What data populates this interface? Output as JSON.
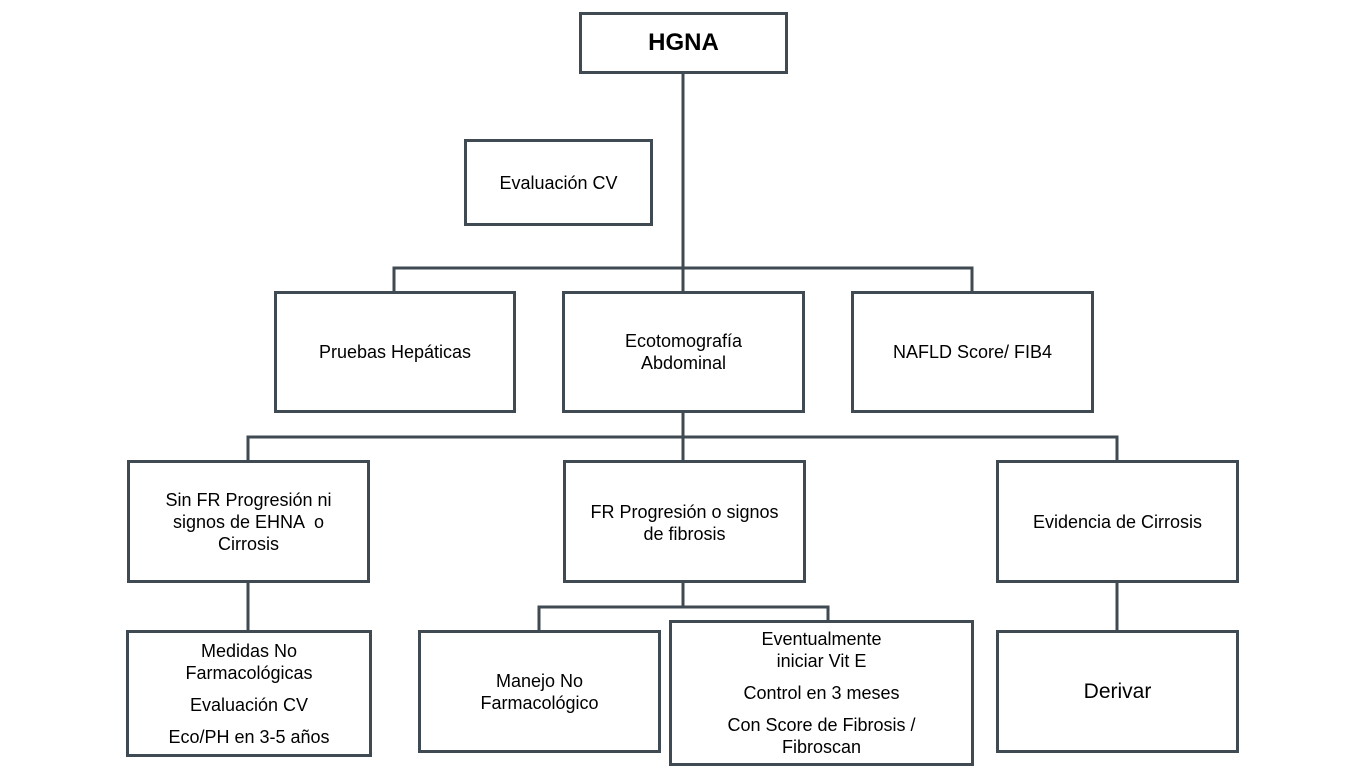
{
  "diagram": {
    "line_color": "#3f4a52",
    "nodes": {
      "hgna": {
        "label": "HGNA"
      },
      "evaluacion_cv": {
        "label": "Evaluación CV"
      },
      "pruebas_hepaticas": {
        "label": "Pruebas Hepáticas"
      },
      "ecotomografia": {
        "lines": [
          "Ecotomografía",
          "Abdominal"
        ]
      },
      "nafld": {
        "label": "NAFLD Score/ FIB4"
      },
      "sin_fr": {
        "lines": [
          "Sin FR Progresión ni",
          "signos de EHNA  o",
          "Cirrosis"
        ]
      },
      "fr_progresion": {
        "lines": [
          "FR Progresión o signos",
          "de fibrosis"
        ]
      },
      "evidencia_cirrosis": {
        "label": "Evidencia de Cirrosis"
      },
      "medidas": {
        "lines": [
          "Medidas No",
          "Farmacológicas",
          "Evaluación CV",
          "Eco/PH en 3-5 años"
        ]
      },
      "manejo": {
        "lines": [
          "Manejo No",
          "Farmacológico"
        ]
      },
      "eventualmente": {
        "lines": [
          "Eventualmente",
          "iniciar Vit E",
          "Control en 3 meses",
          "Con Score de Fibrosis /",
          "Fibroscan"
        ]
      },
      "derivar": {
        "label": "Derivar"
      }
    }
  }
}
